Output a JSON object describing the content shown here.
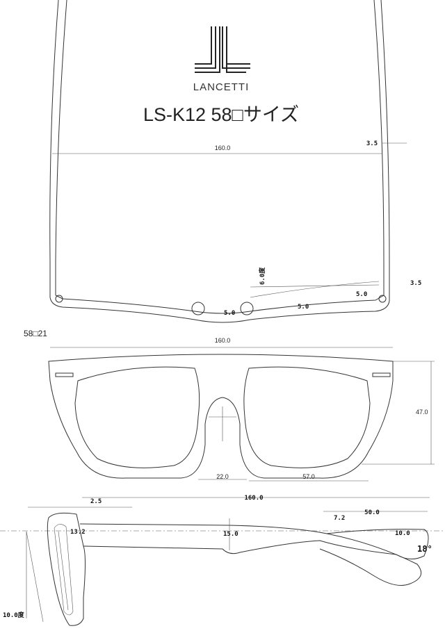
{
  "brand": {
    "name": "LANCETTI",
    "logo_icon": "jl-monogram-logo"
  },
  "title": "LS-K12 58□サイズ",
  "size_label": "58□21",
  "top_view": {
    "width_dim": "160.0",
    "temple_offset_top": "3.5",
    "temple_offset_hinge": "3.5",
    "angle": "6.0度",
    "thickness_center": "5.0",
    "thickness_mid": "5.0",
    "thickness_end": "5.0"
  },
  "front_view": {
    "width_dim": "160.0",
    "height_dim": "47.0",
    "bridge_dim": "22.0",
    "lens_dim": "57.0"
  },
  "side_view": {
    "length_dim": "160.0",
    "hinge_offset": "2.5",
    "end_height": "13.2",
    "temple_height": "15.0",
    "tip_length": "50.0",
    "tip_thickness": "7.2",
    "tip_height": "10.0",
    "bend_angle": "18°",
    "tilt_angle": "10.0度"
  }
}
